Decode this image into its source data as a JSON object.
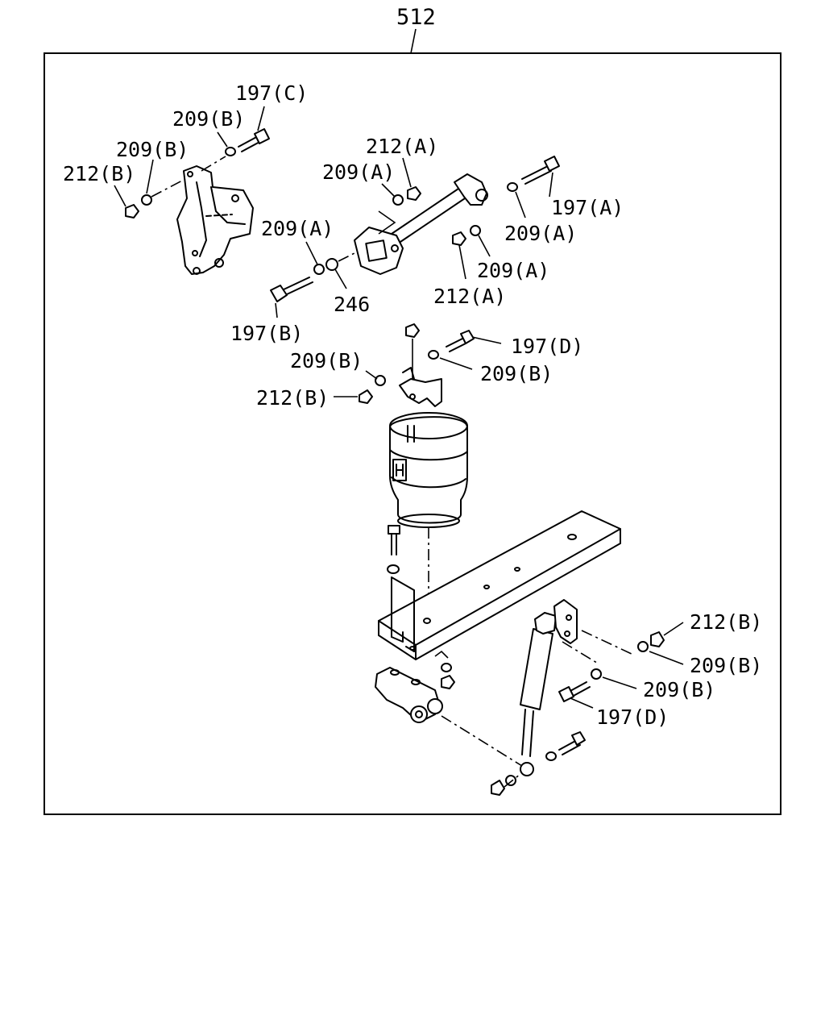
{
  "assembly_number": "512",
  "callouts": {
    "c197c": "197(C)",
    "c209b_1": "209(B)",
    "c209b_2": "209(B)",
    "c212b_1": "212(B)",
    "c212a_1": "212(A)",
    "c209a_1": "209(A)",
    "c197a": "197(A)",
    "c209a_2": "209(A)",
    "c209a_3": "209(A)",
    "c209a_4": "209(A)",
    "c212a_2": "212(A)",
    "c246": "246",
    "c197b": "197(B)",
    "c197d_1": "197(D)",
    "c209b_3": "209(B)",
    "c209b_4": "209(B)",
    "c212b_2": "212(B)",
    "c212b_3": "212(B)",
    "c209b_5": "209(B)",
    "c209b_6": "209(B)",
    "c197d_2": "197(D)"
  }
}
